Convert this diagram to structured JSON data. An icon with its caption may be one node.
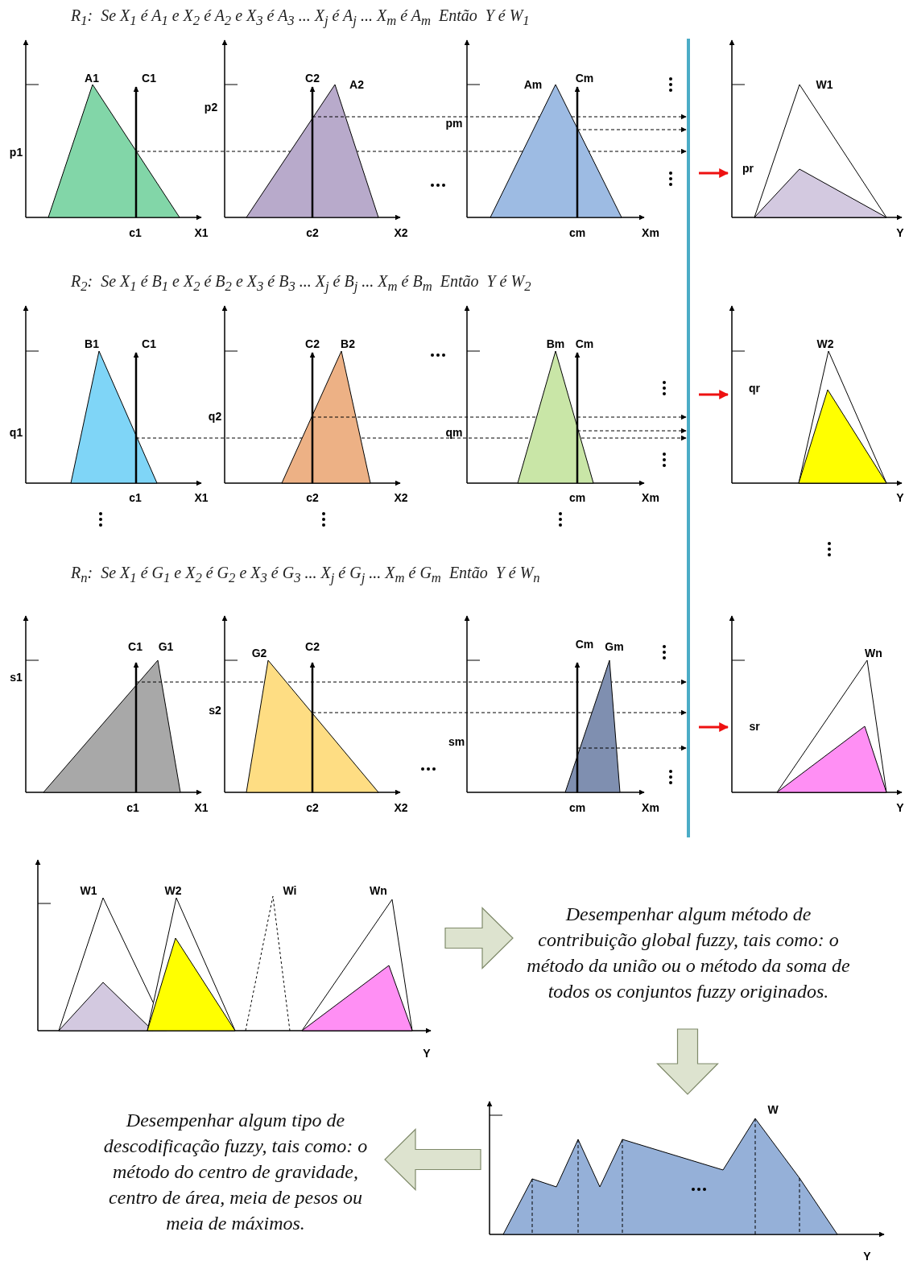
{
  "diagram": {
    "nodes": [
      {
        "text": [],
        "shape": "picture"
      },
      {
        "text": [
          "Desempenhar algum método de contribuição global fuzzy, tais como: o método da união ou o método da soma de todos os conjuntos fuzzy originados."
        ]
      },
      {
        "text": [],
        "shape": "picture"
      },
      {
        "text": [
          "Desempenhar algum tipo de descodificação fuzzy, tais como: o método do centro de gravidade, centro de área, meia de pesos ou meia de máximos."
        ]
      }
    ],
    "edges": [
      {
        "from": 0,
        "to": 1,
        "arrow": "to"
      },
      {
        "from": 1,
        "to": 2,
        "arrow": "to"
      },
      {
        "from": 2,
        "to": 3,
        "arrow": "to"
      }
    ],
    "labels": [
      "R$_{1}$:  Se X$_{1}$ é A$_{1}$ e X$_{2}$ é A$_{2}$ e X$_{3}$ é A$_{3}$ ... X$_{j}$ é A$_{j}$ ... X$_{m}$ é A$_{m}$  Então  Y é W$_{1}$",
      "A1",
      "C1",
      "p1",
      "c1",
      "X1",
      "C2",
      "A2",
      "p2",
      "c2",
      "X2",
      "Am",
      "Cm",
      "pm",
      "cm",
      "Xm",
      "W1",
      "pr",
      "Y",
      "R$_{2}$:  Se X$_{1}$ é B$_{1}$ e X$_{2}$ é B$_{2}$ e X$_{3}$ é B$_{3}$ ... X$_{j}$ é B$_{j}$ ... X$_{m}$ é B$_{m}$  Então  Y é W$_{2}$",
      "B1",
      "C1",
      "q1",
      "c1",
      "X1",
      "C2",
      "B2",
      "q2",
      "c2",
      "X2",
      "Bm",
      "Cm",
      "qm",
      "cm",
      "Xm",
      "W2",
      "qr",
      "Y",
      "R$_{n}$:  Se X$_{1}$ é G$_{1}$ e X$_{2}$ é G$_{2}$ e X$_{3}$ é G$_{3}$ ... X$_{j}$ é G$_{j}$ ... X$_{m}$ é G$_{m}$  Então  Y é W$_{n}$",
      "C1",
      "G1",
      "s1",
      "c1",
      "X1",
      "G2",
      "C2",
      "s2",
      "c2",
      "X2",
      "Cm",
      "Gm",
      "sm",
      "cm",
      "Xm",
      "Wn",
      "sr",
      "Y",
      "W1",
      "W2",
      "Wi",
      "Wn",
      "Y",
      "W",
      "Y"
    ]
  }
}
